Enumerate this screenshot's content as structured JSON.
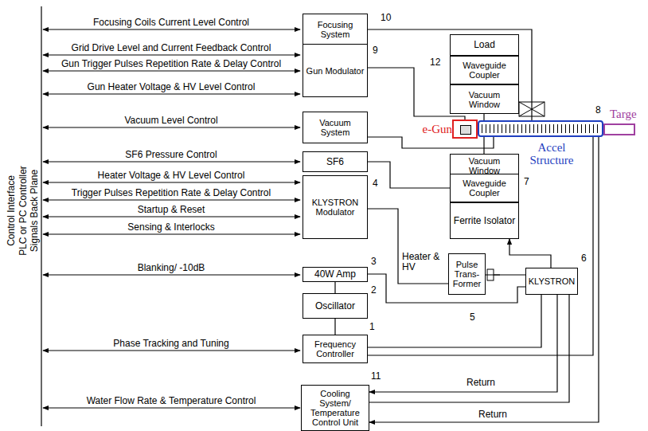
{
  "diagram": {
    "nodes": [
      {
        "text": [
          "Focusing System"
        ]
      },
      {
        "text": [
          "Gun Modulator"
        ]
      },
      {
        "text": [
          "Load"
        ]
      },
      {
        "text": [
          "Waveguide Coupler"
        ]
      },
      {
        "text": [
          "Vacuum Window"
        ]
      },
      {
        "text": [
          "Vacuum System"
        ]
      },
      {
        "text": [
          "SF6"
        ]
      },
      {
        "text": [
          "Vacuum Window"
        ]
      },
      {
        "text": [
          "Waveguide Coupler"
        ]
      },
      {
        "text": [
          "Ferrite Isolator"
        ]
      },
      {
        "text": [
          "KLYSTRON Modulator"
        ]
      },
      {
        "text": [
          "40W Amp"
        ]
      },
      {
        "text": [
          "Oscillator"
        ]
      },
      {
        "text": [
          "Pulse Trans- Former"
        ]
      },
      {
        "text": [
          "KLYSTRON"
        ]
      },
      {
        "text": [
          "Frequency Controller"
        ]
      },
      {
        "text": [
          "Cooling System/ Temperature Control Unit"
        ]
      },
      {
        "text": [
          "e-Gun"
        ]
      },
      {
        "text": [
          "Accel Structure"
        ]
      },
      {
        "text": [
          "Targe"
        ]
      }
    ],
    "edges": [
      {
        "from": 0,
        "to": 18,
        "arrow": "none"
      },
      {
        "from": 1,
        "to": 17,
        "arrow": "none"
      },
      {
        "from": 4,
        "to": 18,
        "arrow": "none"
      },
      {
        "from": 5,
        "to": 18,
        "arrow": "none"
      },
      {
        "from": 6,
        "to": 8,
        "arrow": "none"
      },
      {
        "from": 7,
        "to": 18,
        "arrow": "none"
      },
      {
        "from": 14,
        "to": 9,
        "arrow": "to"
      },
      {
        "from": 10,
        "to": 13,
        "arrow": "none"
      },
      {
        "from": 11,
        "to": 14,
        "arrow": "none"
      },
      {
        "from": 12,
        "to": 11,
        "arrow": "none"
      },
      {
        "from": 15,
        "to": 12,
        "arrow": "none"
      },
      {
        "from": 15,
        "to": 14,
        "arrow": "none"
      },
      {
        "from": 15,
        "to": 18,
        "arrow": "none"
      },
      {
        "from": 13,
        "to": 14,
        "arrow": "none"
      },
      {
        "from": 16,
        "to": 14,
        "arrow": "none"
      },
      {
        "from": 14,
        "to": 16,
        "arrow": "to",
        "label": "Return"
      },
      {
        "from": 18,
        "to": 16,
        "arrow": "to",
        "label": "Return"
      }
    ],
    "labels": [
      "Control Interface",
      "PLC or PC Controller",
      "Signals Back Plane",
      "Focusing Coils Current Level Control",
      "Grid Drive Level and Current Feedback Control",
      "Gun Trigger Pulses Repetition Rate & Delay Control",
      "Gun Heater Voltage & HV Level Control",
      "Vacuum Level Control",
      "SF6 Pressure Control",
      "Heater Voltage & HV Level Control",
      "Trigger Pulses Repetition Rate & Delay Control",
      "Startup & Reset",
      "Sensing & Interlocks",
      "Blanking/ -10dB",
      "Phase Tracking and Tuning",
      "Water Flow Rate & Temperature Control",
      "10",
      "9",
      "12",
      "8",
      "4",
      "7",
      "3",
      "2",
      "6",
      "5",
      "1",
      "11",
      "Heater & HV"
    ]
  }
}
